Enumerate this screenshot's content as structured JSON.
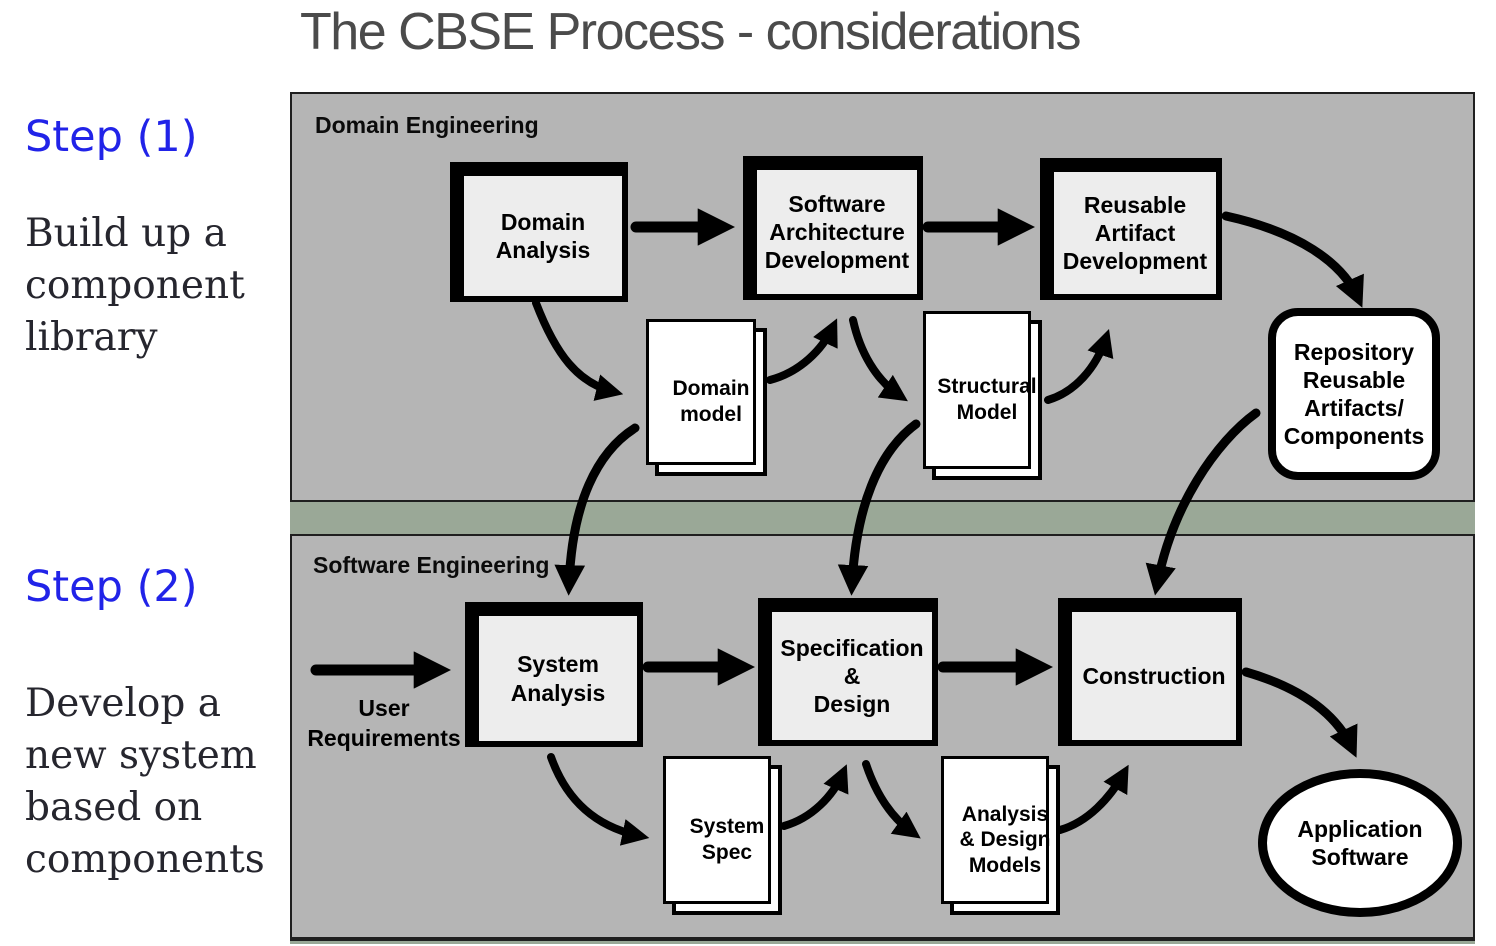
{
  "title": "The CBSE Process - considerations",
  "steps": [
    {
      "label": "Step (1)",
      "description": "Build up a\ncomponent\nlibrary"
    },
    {
      "label": "Step (2)",
      "description": "Develop a\nnew system\nbased on\ncomponents"
    }
  ],
  "domain_engineering": {
    "label": "Domain Engineering",
    "boxes": [
      {
        "label": "Domain\nAnalysis"
      },
      {
        "label": "Software\nArchitecture\nDevelopment"
      },
      {
        "label": "Reusable\nArtifact\nDevelopment"
      }
    ],
    "documents": [
      {
        "label": "Domain\nmodel"
      },
      {
        "label": "Structural\nModel"
      }
    ],
    "repository": {
      "label": "Repository\nReusable\nArtifacts/\nComponents"
    }
  },
  "software_engineering": {
    "label": "Software Engineering",
    "input_label": "User\nRequirements",
    "boxes": [
      {
        "label": "System\nAnalysis"
      },
      {
        "label": "Specification\n&\nDesign"
      },
      {
        "label": "Construction"
      }
    ],
    "documents": [
      {
        "label": "System\nSpec"
      },
      {
        "label": "Analysis\n& Design\nModels"
      }
    ],
    "output": {
      "label": "Application\nSoftware"
    }
  },
  "flows": [
    {
      "from": "Domain Analysis",
      "to": "Software Architecture Development"
    },
    {
      "from": "Software Architecture Development",
      "to": "Reusable Artifact Development"
    },
    {
      "from": "Domain Analysis",
      "to": "Domain model"
    },
    {
      "from": "Domain model",
      "to": "Software Architecture Development"
    },
    {
      "from": "Software Architecture Development",
      "to": "Structural Model"
    },
    {
      "from": "Structural Model",
      "to": "Reusable Artifact Development"
    },
    {
      "from": "Reusable Artifact Development",
      "to": "Repository Reusable Artifacts/Components"
    },
    {
      "from": "Domain model",
      "to": "System Analysis"
    },
    {
      "from": "Structural Model",
      "to": "Specification & Design"
    },
    {
      "from": "Repository Reusable Artifacts/Components",
      "to": "Construction"
    },
    {
      "from": "User Requirements",
      "to": "System Analysis"
    },
    {
      "from": "System Analysis",
      "to": "Specification & Design"
    },
    {
      "from": "Specification & Design",
      "to": "Construction"
    },
    {
      "from": "System Analysis",
      "to": "System Spec"
    },
    {
      "from": "System Spec",
      "to": "Specification & Design"
    },
    {
      "from": "Specification & Design",
      "to": "Analysis & Design Models"
    },
    {
      "from": "Analysis & Design Models",
      "to": "Construction"
    },
    {
      "from": "Construction",
      "to": "Application Software"
    }
  ],
  "colors": {
    "panel_bg": "#b5b5b5",
    "divider_green": "#9aa897",
    "box_fill": "#ededed",
    "doc_fill": "#ffffff",
    "accent_blue": "#2123e8",
    "title_gray": "#4b4b4b",
    "ink": "#000000"
  }
}
